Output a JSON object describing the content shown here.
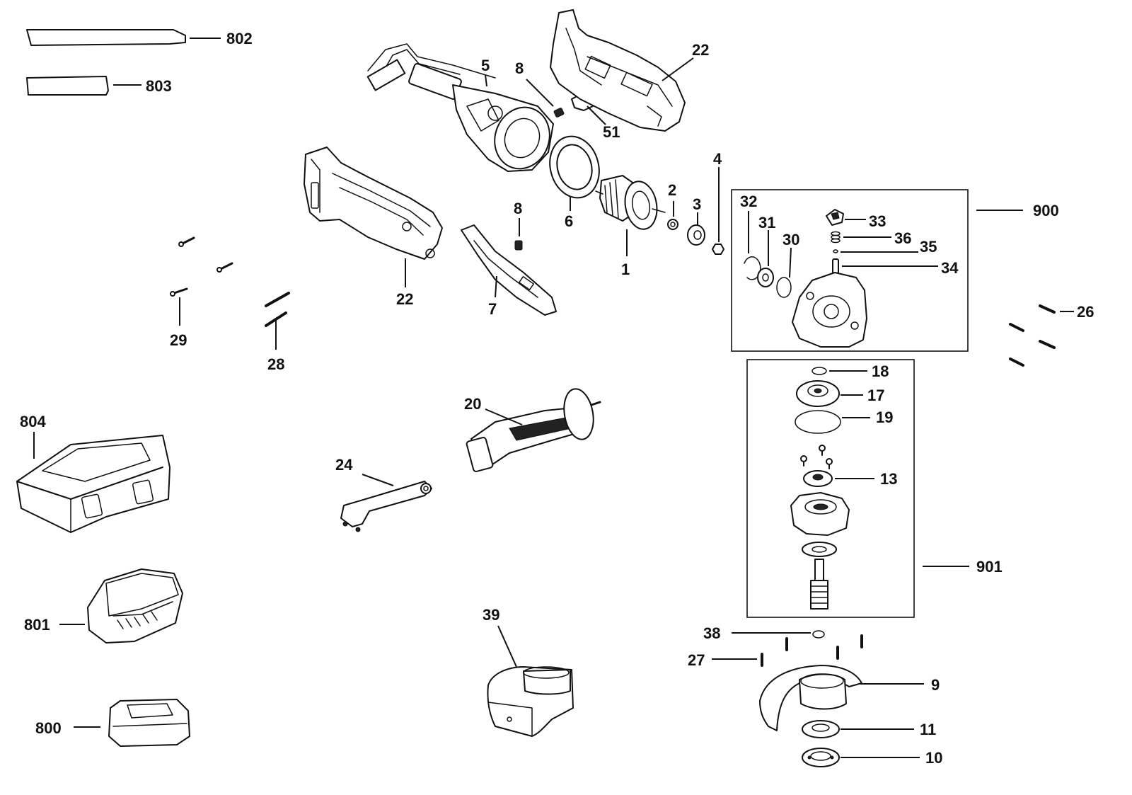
{
  "callouts": {
    "c802": "802",
    "c803": "803",
    "c5": "5",
    "c8a": "8",
    "c22a": "22",
    "c51": "51",
    "c4": "4",
    "c2": "2",
    "c3": "3",
    "c6": "6",
    "c1": "1",
    "c8b": "8",
    "c22b": "22",
    "c7": "7",
    "c29": "29",
    "c28": "28",
    "c32": "32",
    "c31": "31",
    "c30": "30",
    "c33": "33",
    "c36": "36",
    "c35": "35",
    "c34": "34",
    "c900": "900",
    "c26": "26",
    "c18": "18",
    "c17": "17",
    "c19": "19",
    "c13": "13",
    "c901": "901",
    "c804": "804",
    "c20": "20",
    "c24": "24",
    "c801": "801",
    "c800": "800",
    "c39": "39",
    "c38": "38",
    "c27": "27",
    "c9": "9",
    "c11": "11",
    "c10": "10"
  },
  "colors": {
    "line": "#111111",
    "background": "#ffffff"
  }
}
